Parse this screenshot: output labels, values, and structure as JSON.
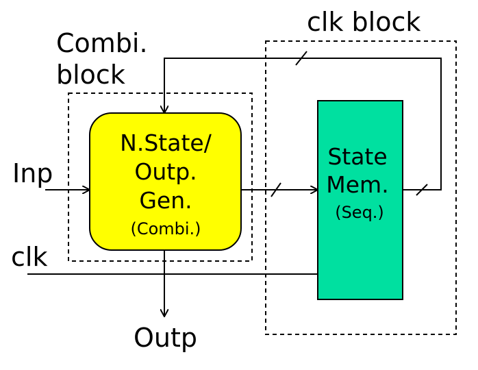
{
  "labels": {
    "combi_block_line1": "Combi.",
    "combi_block_line2": "block",
    "clk_block": "clk block",
    "input": "Inp",
    "clock": "clk",
    "output": "Outp"
  },
  "combi_box": {
    "line1": "N.State/",
    "line2": "Outp.",
    "line3": "Gen.",
    "line4": "(Combi.)",
    "color": "#ffff00"
  },
  "state_box": {
    "line1": "State",
    "line2": "Mem.",
    "line3": "(Seq.)",
    "color": "#00e0a0"
  }
}
